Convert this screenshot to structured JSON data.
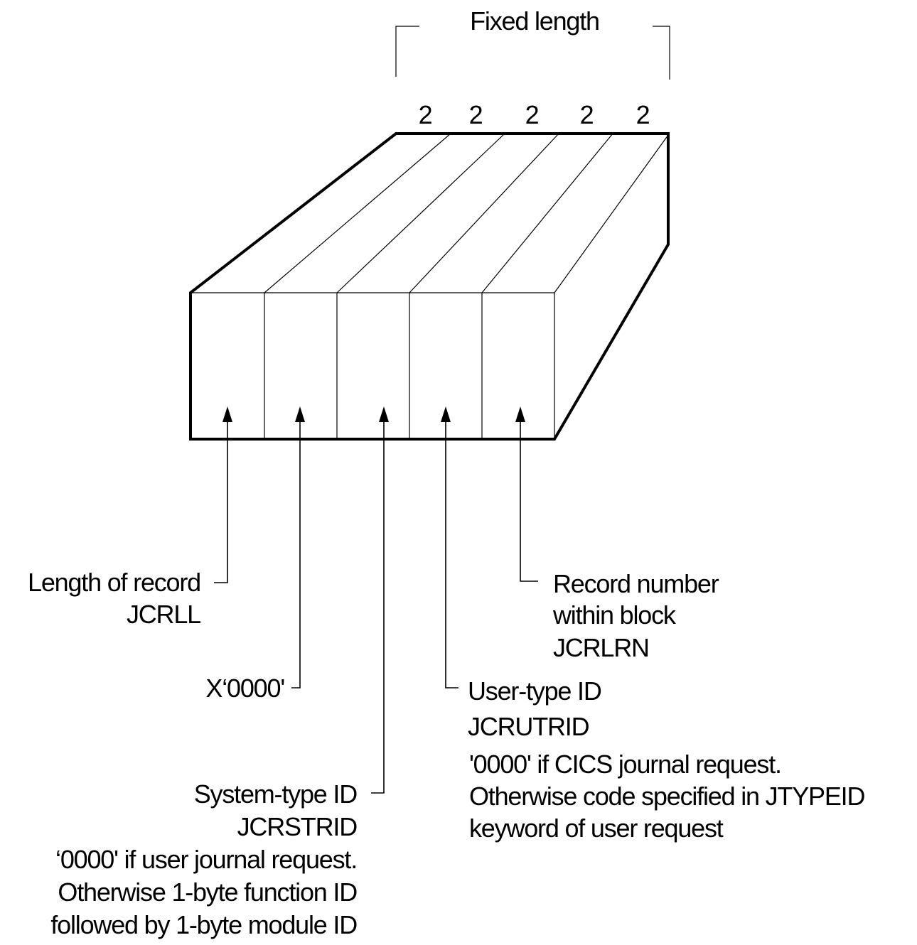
{
  "fixed_length_label": "Fixed length",
  "field_sizes": [
    "2",
    "2",
    "2",
    "2",
    "2"
  ],
  "labels": {
    "jcrll": [
      "Length of record",
      "JCRLL"
    ],
    "x0000": [
      "X‘0000'"
    ],
    "jcrstrid": [
      "System-type ID",
      "JCRSTRID",
      "‘0000' if user journal request.",
      "Otherwise 1-byte function ID",
      "followed by 1-byte module ID"
    ],
    "jcrutrid": [
      "User-type ID",
      "JCRUTRID",
      "'0000' if CICS journal request.",
      "Otherwise code specified in JTYPEID",
      "keyword of user request"
    ],
    "jcrlrn": [
      "Record number",
      "within block",
      "JCRLRN"
    ]
  }
}
